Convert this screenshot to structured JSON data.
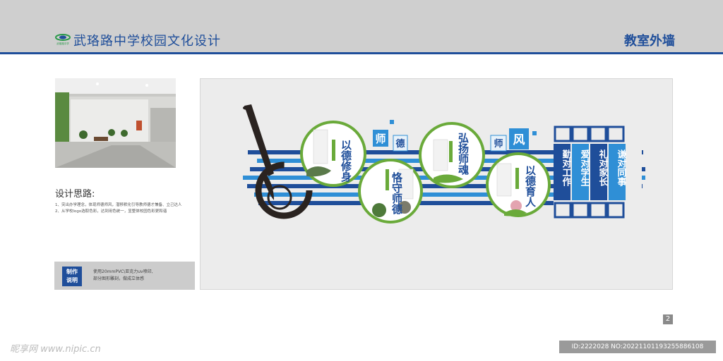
{
  "header": {
    "logo_caption": "武珞路中学",
    "title": "武珞路中学校园文化设计",
    "page_label": "教室外墙"
  },
  "sidebar": {
    "section_title": "设计思路:",
    "notes": [
      "1、突出办学理念，体现师德师风，潜移默化引导教师德才兼备、立己达人",
      "2、从学校logo选取色彩，达到用色统一，显整体校园色彩更和谐"
    ],
    "spec": {
      "badge": [
        "制作",
        "说明"
      ],
      "lines": [
        "使用20mmPVC\\亚克力uv喷印,",
        "部分图形雕刻，做成立体感"
      ]
    }
  },
  "design": {
    "circles": [
      {
        "title": "以德修身"
      },
      {
        "title": "恪守师德"
      },
      {
        "title": "弘扬师魂"
      },
      {
        "title": "以德育人"
      }
    ],
    "squares": [
      "师",
      "德",
      "师",
      "风"
    ],
    "panels": [
      "勤对工作",
      "爱对学生",
      "礼对家长",
      "谦对同事"
    ],
    "colors": {
      "blue_dark": "#1f4e9a",
      "blue_light": "#2f8fd6",
      "green": "#6aaa3a",
      "ink": "#2a2320"
    }
  },
  "footer": {
    "page_number": "2",
    "watermark_left": "昵享网 www.nipic.cn",
    "watermark_right": "ID:2222028 NO:20221101193255886108"
  }
}
